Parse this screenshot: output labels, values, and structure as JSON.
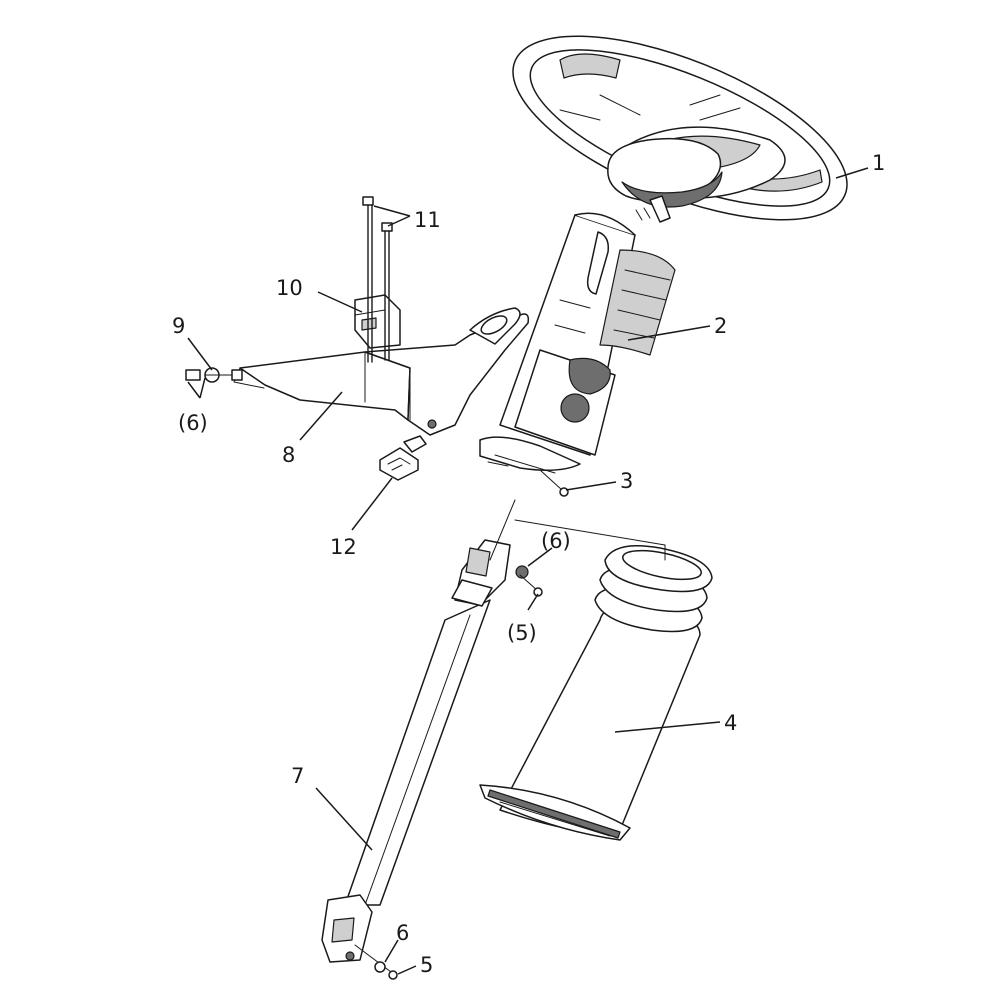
{
  "callouts": {
    "c1": "1",
    "c2": "2",
    "c3": "3",
    "c4": "4",
    "c5_paren": "(5)",
    "c5": "5",
    "c6_paren_right": "(6)",
    "c6_paren_left": "(6)",
    "c6": "6",
    "c7": "7",
    "c8": "8",
    "c9": "9",
    "c10": "10",
    "c11": "11",
    "c12": "12"
  }
}
